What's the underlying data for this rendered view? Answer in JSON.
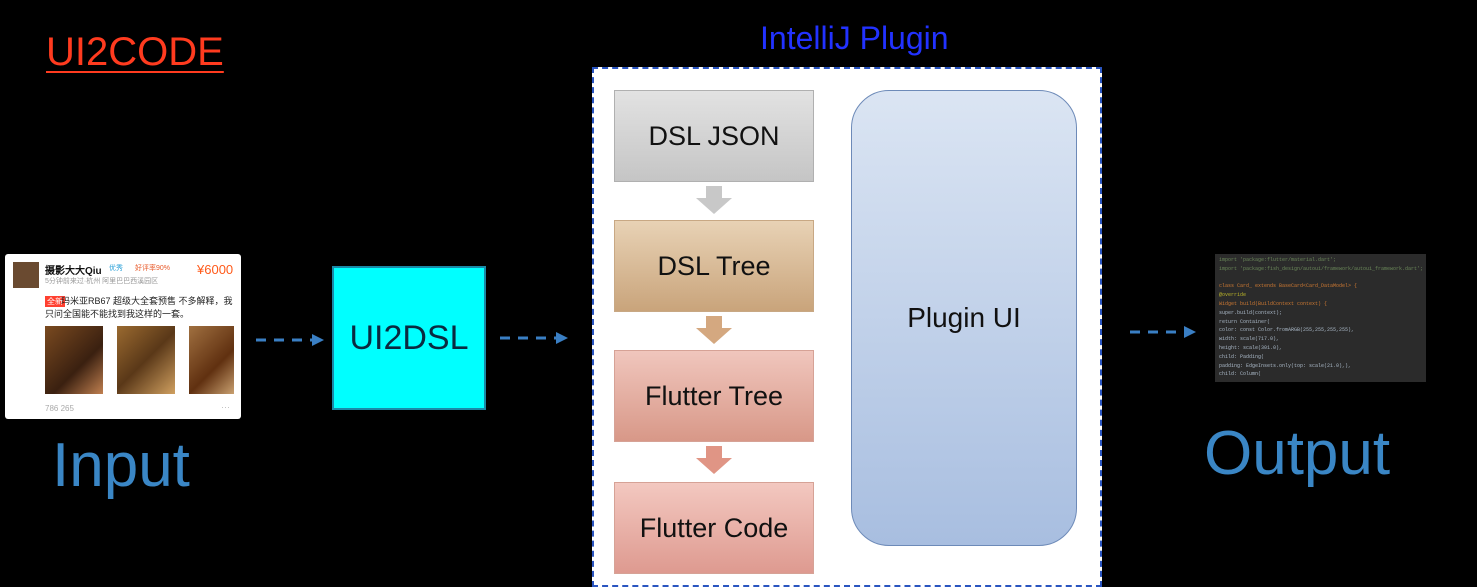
{
  "title": "UI2CODE",
  "plugin_title": "IntelliJ Plugin",
  "input_label": "Input",
  "output_label": "Output",
  "ui2dsl_label": "UI2DSL",
  "pipeline": [
    "DSL JSON",
    "DSL Tree",
    "Flutter Tree",
    "Flutter Code"
  ],
  "plugin_ui_label": "Plugin UI",
  "input_card": {
    "user": "摄影大大Qiu",
    "badge": "优秀",
    "rating": "好评率90%",
    "price": "¥6000",
    "meta": "5分钟前来过·杭州 阿里巴巴西溪园区",
    "tag": "全新",
    "desc_line1": "玛米亚RB67 超级大全套预售 不多解释，我",
    "desc_line2": "只问全国能不能找到我这样的一套。",
    "stats": "786   265",
    "more": "···"
  },
  "output_code": [
    "import 'package:flutter/material.dart';",
    "import 'package:fish_design/autoui/framework/autoui_framework.dart';",
    "",
    "class Card_ extends BaseCard<Card_DataModel> {",
    "  @override",
    "  Widget build(BuildContext context) {",
    "    super.build(context);",
    "    return Container(",
    "      color: const Color.fromARGB(255,255,255,255),",
    "      width: scale(717.0),",
    "      height: scale(301.0),",
    "      child: Padding(",
    "        padding: EdgeInsets.only(top: scale(21.0),),",
    "        child: Column("
  ],
  "colors": {
    "title": "#ff3b1f",
    "plugin_title": "#2232ff",
    "labels": "#3a86c5",
    "ui2dsl_fill": "#00ffff",
    "arrows": "#3a7fc4"
  }
}
